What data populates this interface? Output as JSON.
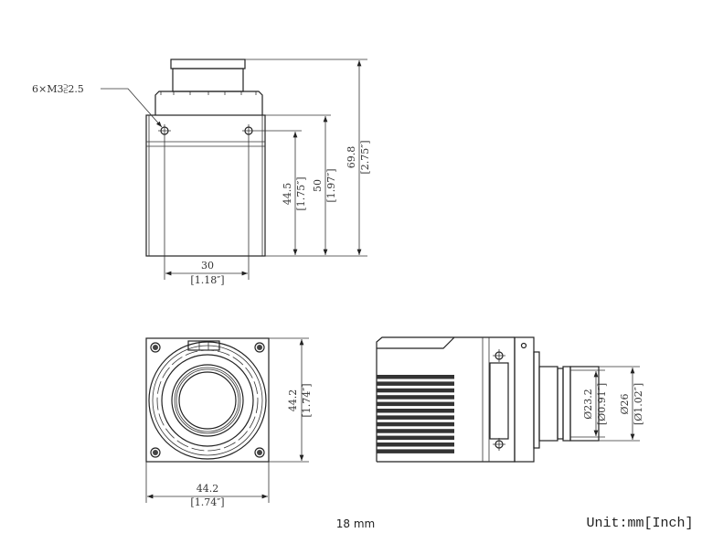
{
  "top_view": {
    "hole_callout": "6×M3⫔2.5",
    "dim_height_total": {
      "mm": "69.8",
      "inch": "[2.75″]"
    },
    "dim_height_body": {
      "mm": "50",
      "inch": "[1.97″]"
    },
    "dim_height_holes": {
      "mm": "44.5",
      "inch": "[1.75″]"
    },
    "dim_hole_spacing": {
      "mm": "30",
      "inch": "[1.18″]"
    }
  },
  "front_view": {
    "dim_height": {
      "mm": "44.2",
      "inch": "[1.74″]"
    },
    "dim_width": {
      "mm": "44.2",
      "inch": "[1.74″]"
    }
  },
  "side_view": {
    "dim_inner_diameter": {
      "mm": "Ø23.2",
      "inch": "[Ø0.91″]"
    },
    "dim_outer_diameter": {
      "mm": "Ø26",
      "inch": "[Ø1.02″]"
    }
  },
  "caption": "18 mm",
  "unit_label": "Unit:mm[Inch]"
}
